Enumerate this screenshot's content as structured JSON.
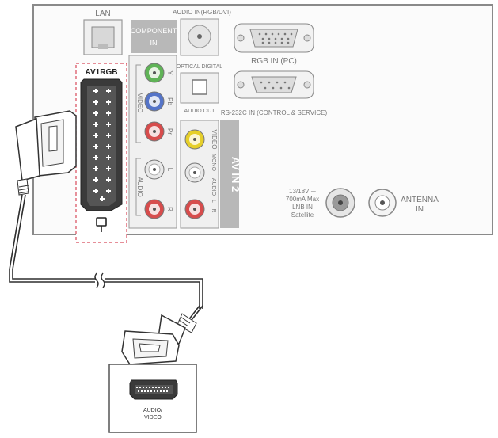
{
  "panel": {
    "lan_label": "LAN",
    "audio_in_rgb_dvi_label": "AUDIO IN(RGB/DVI)",
    "component_in_line1": "COMPONENT",
    "component_in_line2": "IN",
    "y_label": "Y",
    "pb_label": "Pb",
    "pr_label": "Pr",
    "video_label": "VIDEO",
    "l_label": "L",
    "audio_label": "AUDIO",
    "r_label": "R",
    "optical_digital_label": "OPTICAL DIGITAL",
    "audio_out_label": "AUDIO OUT",
    "rgb_in_pc_label": "RGB IN (PC)",
    "rs232c_label": "RS-232C IN (CONTROL & SERVICE)",
    "av_in2_label": "AV IN 2",
    "av2_video_label": "VIDEO",
    "av2_mono_label": "MONO",
    "av2_audio_label": "AUDIO",
    "av2_l_label": "L",
    "av2_r_label": "R",
    "av1rgb_label": "AV1RGB",
    "satellite_line1": "13/18V ⎓",
    "satellite_line2": "700mA Max",
    "satellite_line3": "LNB IN",
    "satellite_line4": "Satellite",
    "antenna_line1": "ANTENNA",
    "antenna_line2": "IN"
  },
  "device": {
    "label_line1": "AUDIO/",
    "label_line2": "VIDEO"
  },
  "colors": {
    "panel_stroke": "#8a8a8a",
    "highlight_dash": "#d84a5a",
    "jack_green": "#5fb356",
    "jack_blue": "#5574c8",
    "jack_red": "#d74c4c",
    "jack_yellow": "#e6cf2a",
    "jack_white": "#e8e8e8",
    "label_band": "#b8b8b8",
    "connector_dark": "#2e2e2e"
  }
}
